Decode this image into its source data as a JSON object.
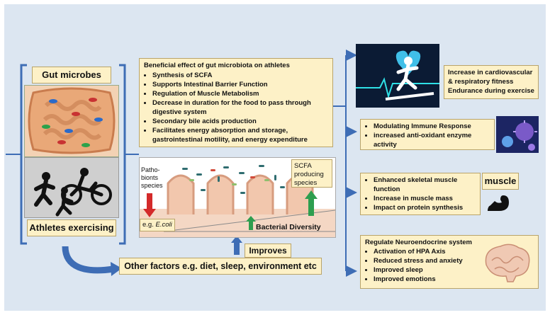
{
  "left": {
    "gut_label": "Gut microbes",
    "athletes_label": "Athletes exercising"
  },
  "benefits": {
    "heading": "Beneficial effect of gut microbiota on athletes",
    "items": [
      "Synthesis of SCFA",
      "Supports Intestinal Barrier Function",
      "Regulation of Muscle Metabolism",
      "Decrease in duration for the food to pass through digestive system",
      "Secondary bile acids production",
      "Facilitates energy absorption and storage, gastrointestinal motility, and energy expenditure"
    ]
  },
  "gut_diagram": {
    "pathobionts_label": "Patho-bionts species",
    "ecoli_prefix": "e.g. ",
    "ecoli_name": "E.coli",
    "scfa_label": "SCFA producing species",
    "diversity_label": "Bacterial Diversity"
  },
  "improves_label": "Improves",
  "other_factors_label": "Other factors e.g. diet, sleep, environment etc",
  "outcomes": {
    "cardio": [
      "Increase in cardiovascular & respiratory fitness",
      "Endurance during exercise"
    ],
    "immune": [
      "Modulating Immune Response",
      "increased anti-oxidant enzyme activity"
    ],
    "muscle": [
      "Enhanced skeletal muscle function",
      "Increase in muscle mass",
      "Impact on protein synthesis"
    ],
    "muscle_label": "muscle",
    "neuro_heading": "Regulate Neuroendocrine system",
    "neuro": [
      "Activation of HPA Axis",
      "Reduced stress and anxiety",
      "Improved sleep",
      "Improved emotions"
    ]
  },
  "colors": {
    "bracket": "#3e6db5",
    "box_fill": "#fdf1c7",
    "background": "#dce6f1",
    "red_arrow": "#d42a2a",
    "green_arrow": "#2e9e4f"
  }
}
